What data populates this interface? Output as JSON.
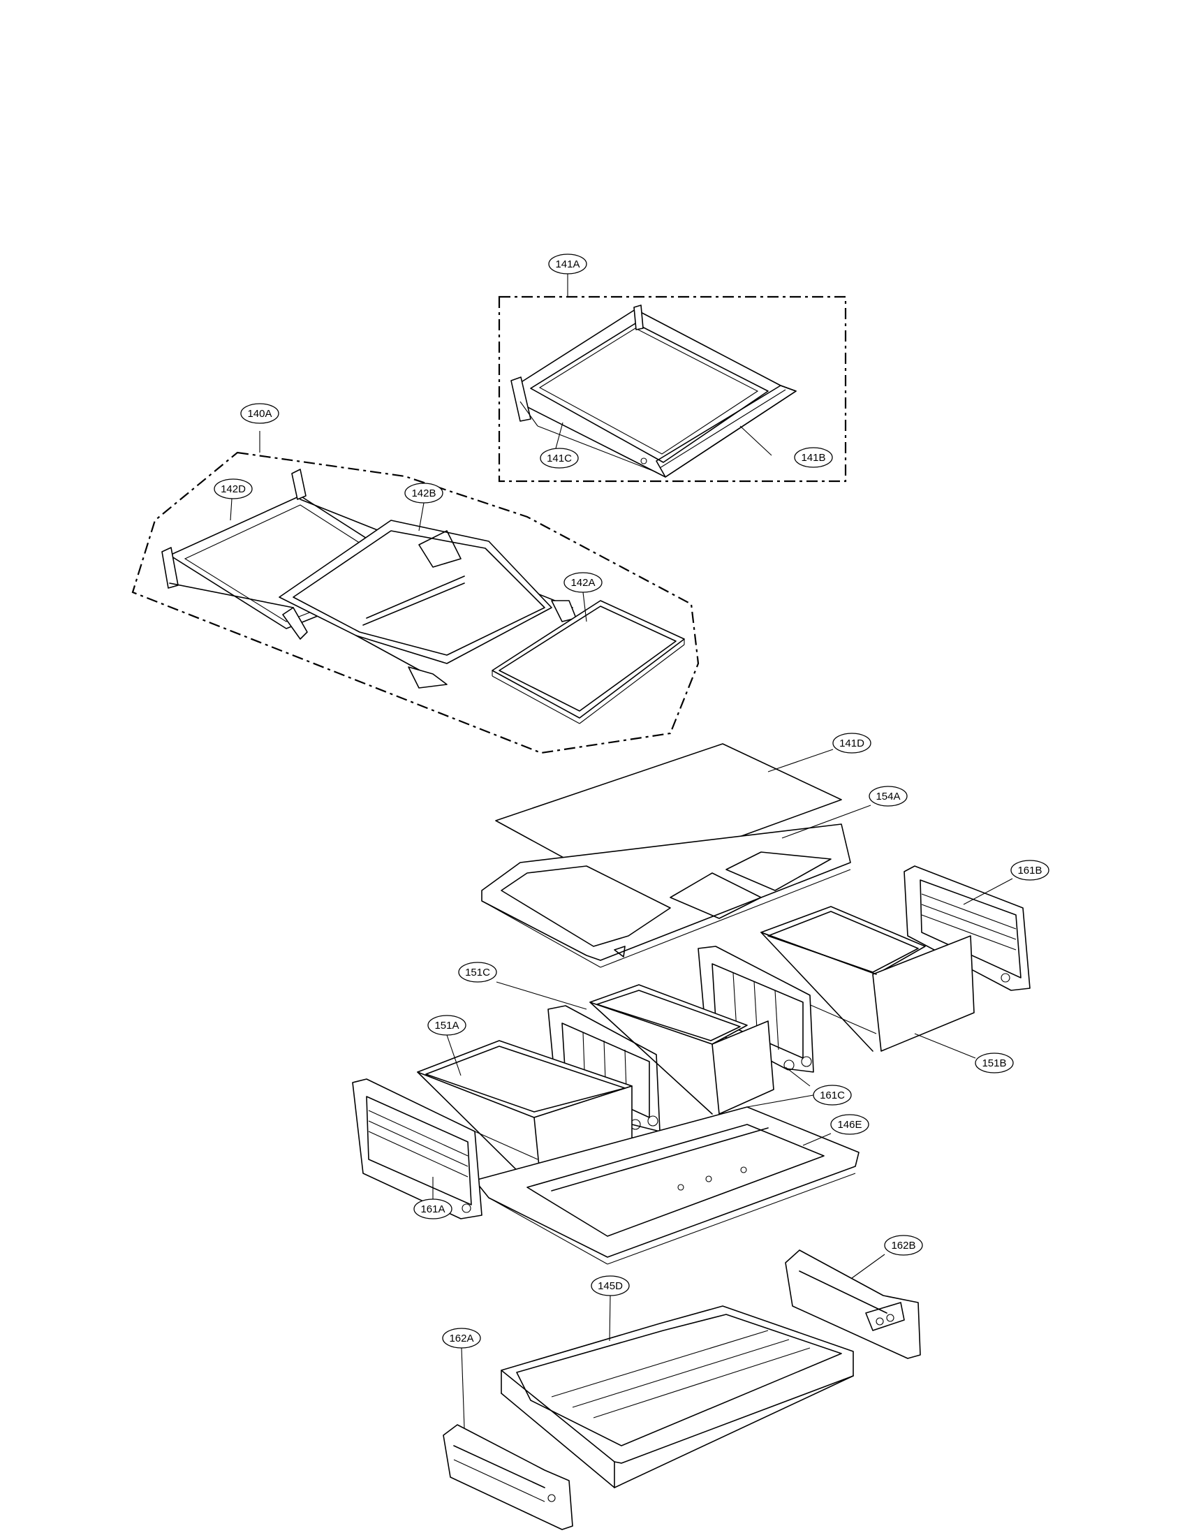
{
  "callouts": {
    "c141A": "141A",
    "c141B": "141B",
    "c141C": "141C",
    "c140A": "140A",
    "c142D": "142D",
    "c142B": "142B",
    "c142A": "142A",
    "c141D": "141D",
    "c154A": "154A",
    "c161B": "161B",
    "c151C": "151C",
    "c151A": "151A",
    "c151B": "151B",
    "c161C": "161C",
    "c146E": "146E",
    "c161A": "161A",
    "c162B": "162B",
    "c145D": "145D",
    "c162A": "162A"
  }
}
